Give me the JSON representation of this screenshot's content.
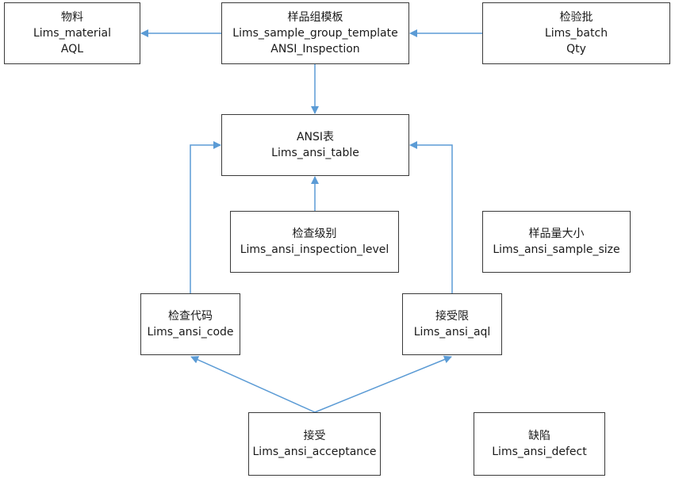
{
  "colors": {
    "arrow": "#5b9bd5",
    "border": "#3a3a3a",
    "text": "#1a1a1a"
  },
  "nodes": {
    "material": {
      "title": "物料",
      "table": "Lims_material",
      "field": "AQL"
    },
    "sample_group_template": {
      "title": "样品组模板",
      "table": "Lims_sample_group_template",
      "field": "ANSI_Inspection"
    },
    "batch": {
      "title": "检验批",
      "table": "Lims_batch",
      "field": "Qty"
    },
    "ansi_table": {
      "title": "ANSI表",
      "table": "Lims_ansi_table"
    },
    "inspection_level": {
      "title": "检查级别",
      "table": "Lims_ansi_inspection_level"
    },
    "sample_size": {
      "title": "样品量大小",
      "table": "Lims_ansi_sample_size"
    },
    "code": {
      "title": "检查代码",
      "table": "Lims_ansi_code"
    },
    "aql": {
      "title": "接受限",
      "table": "Lims_ansi_aql"
    },
    "acceptance": {
      "title": "接受",
      "table": "Lims_ansi_acceptance"
    },
    "defect": {
      "title": "缺陷",
      "table": "Lims_ansi_defect"
    }
  }
}
